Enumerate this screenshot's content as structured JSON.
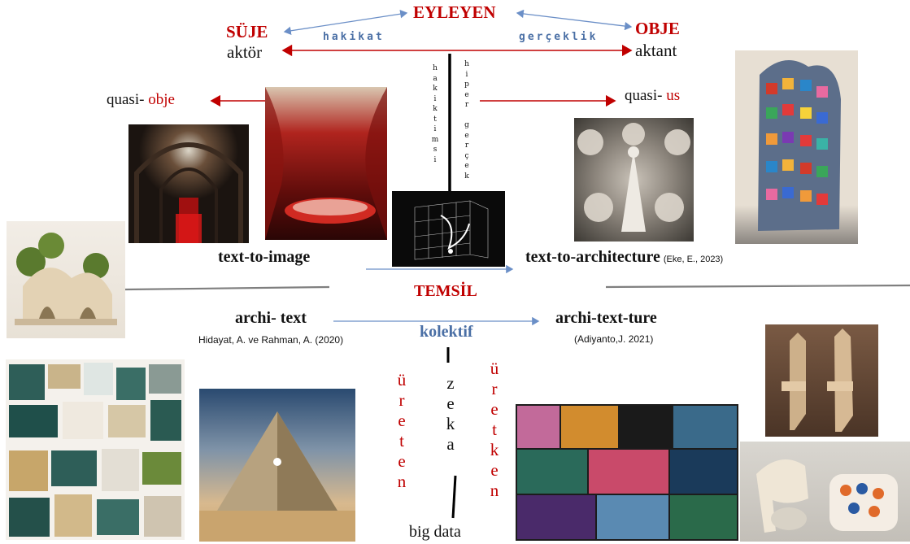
{
  "top": {
    "eyleyen": "EYLEYEN",
    "suje": "SÜJE",
    "obje": "OBJE",
    "hakikat": "hakikat",
    "gerceklik": "gerçeklik",
    "aktor": "aktör",
    "aktant": "aktant"
  },
  "quasi": {
    "left_prefix": "quasi-",
    "left_word": "obje",
    "right_prefix": "quasi-",
    "right_word": "us"
  },
  "vertical_top": {
    "left": [
      "h",
      "a",
      "k",
      "i",
      "k",
      "t",
      "i",
      "m",
      "s",
      "i"
    ],
    "right": [
      "h",
      "i",
      "p",
      "e",
      "r",
      "",
      "g",
      "e",
      "r",
      "ç",
      "e",
      "k"
    ]
  },
  "middle": {
    "text_to_image": "text-to-image",
    "text_to_architecture": "text-to-architecture",
    "eke_ref": "(Eke, E., 2023)",
    "temsil": "TEMSİL",
    "archi_text": "archi- text",
    "archi_text_ture": "archi-text-ture",
    "hidayat_ref": "Hidayat, A. ve Rahman, A. (2020)",
    "adiyanto_ref": "(Adiyanto,J. 2021)",
    "kolektif": "kolektif"
  },
  "vertical_bottom": {
    "left": [
      "ü",
      "r",
      "e",
      "t",
      "e",
      "n"
    ],
    "center": [
      "z",
      "e",
      "k",
      "a"
    ],
    "right": [
      "ü",
      "r",
      "e",
      "t",
      "k",
      "e",
      "n"
    ]
  },
  "bottom": {
    "big_data": "big data"
  },
  "colors": {
    "red": "#c00000",
    "blue": "#4a6fa5",
    "arrow_blue": "#6b8fc7",
    "gray_line": "#7f7f7f"
  }
}
